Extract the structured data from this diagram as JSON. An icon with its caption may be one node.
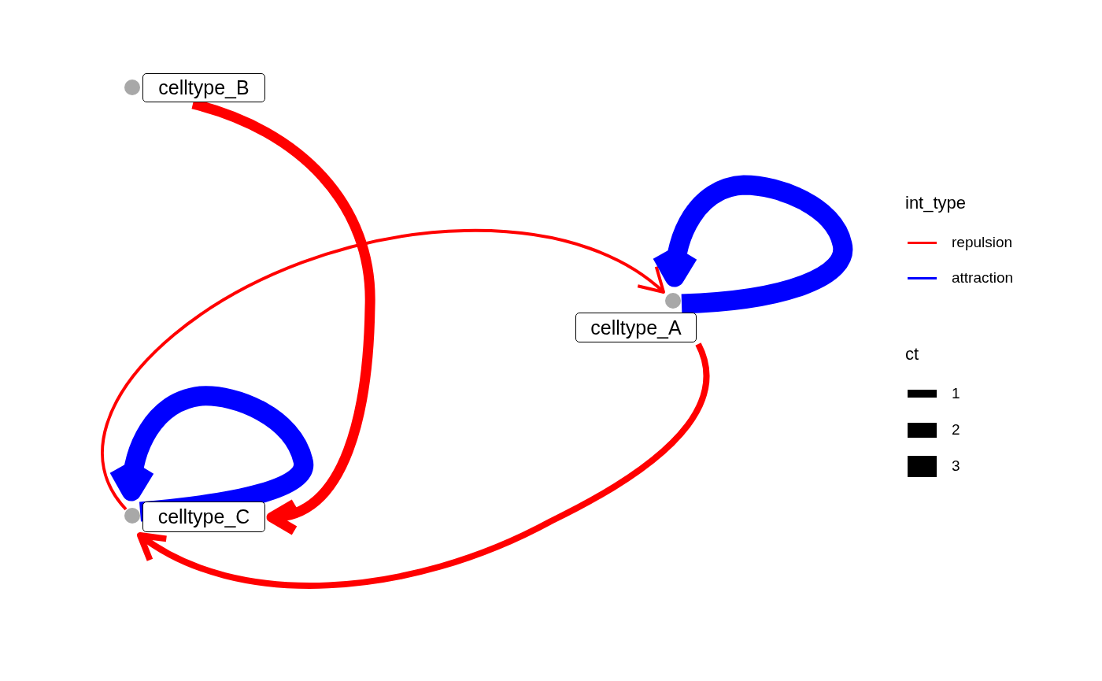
{
  "diagram": {
    "nodes": [
      {
        "text": [
          "celltype_B"
        ]
      },
      {
        "text": [
          "celltype_A"
        ]
      },
      {
        "text": [
          "celltype_C"
        ]
      }
    ],
    "edges": [
      {
        "from": 0,
        "to": 2,
        "arrow": "to"
      },
      {
        "from": 2,
        "to": 1,
        "arrow": "to"
      },
      {
        "from": 1,
        "to": 2,
        "arrow": "to"
      },
      {
        "from": 1,
        "to": 1,
        "arrow": "to",
        "style": "thick",
        "color": "#0000ff"
      },
      {
        "from": 2,
        "to": 2,
        "arrow": "to",
        "style": "thick",
        "color": "#0000ff"
      }
    ],
    "labels": [
      "int_type",
      "ct"
    ],
    "legend": [
      {
        "text": "repulsion"
      },
      {
        "text": "attraction"
      },
      {
        "text": "1"
      },
      {
        "text": "2"
      },
      {
        "text": "3"
      }
    ]
  }
}
